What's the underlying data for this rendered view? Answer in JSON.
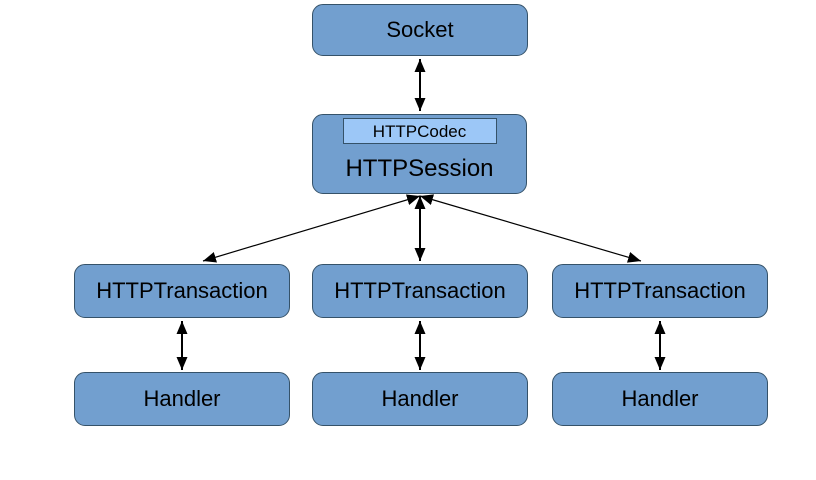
{
  "colors": {
    "node_fill": "#729fcf",
    "node_border": "#355269",
    "codec_fill": "#9cc7f7",
    "codec_border": "#355269",
    "arrow": "#000000",
    "text": "#000000",
    "background": "#ffffff"
  },
  "nodes": {
    "socket": {
      "label": "Socket"
    },
    "session": {
      "label": "HTTPSession"
    },
    "codec": {
      "label": "HTTPCodec"
    },
    "transactions": [
      {
        "label": "HTTPTransaction"
      },
      {
        "label": "HTTPTransaction"
      },
      {
        "label": "HTTPTransaction"
      }
    ],
    "handlers": [
      {
        "label": "Handler"
      },
      {
        "label": "Handler"
      },
      {
        "label": "Handler"
      }
    ]
  },
  "connectors": [
    {
      "name": "socket-session",
      "bidirectional": true
    },
    {
      "name": "session-transaction-1",
      "bidirectional": true
    },
    {
      "name": "session-transaction-2",
      "bidirectional": true
    },
    {
      "name": "session-transaction-3",
      "bidirectional": true
    },
    {
      "name": "transaction1-handler1",
      "bidirectional": true
    },
    {
      "name": "transaction2-handler2",
      "bidirectional": true
    },
    {
      "name": "transaction3-handler3",
      "bidirectional": true
    }
  ]
}
